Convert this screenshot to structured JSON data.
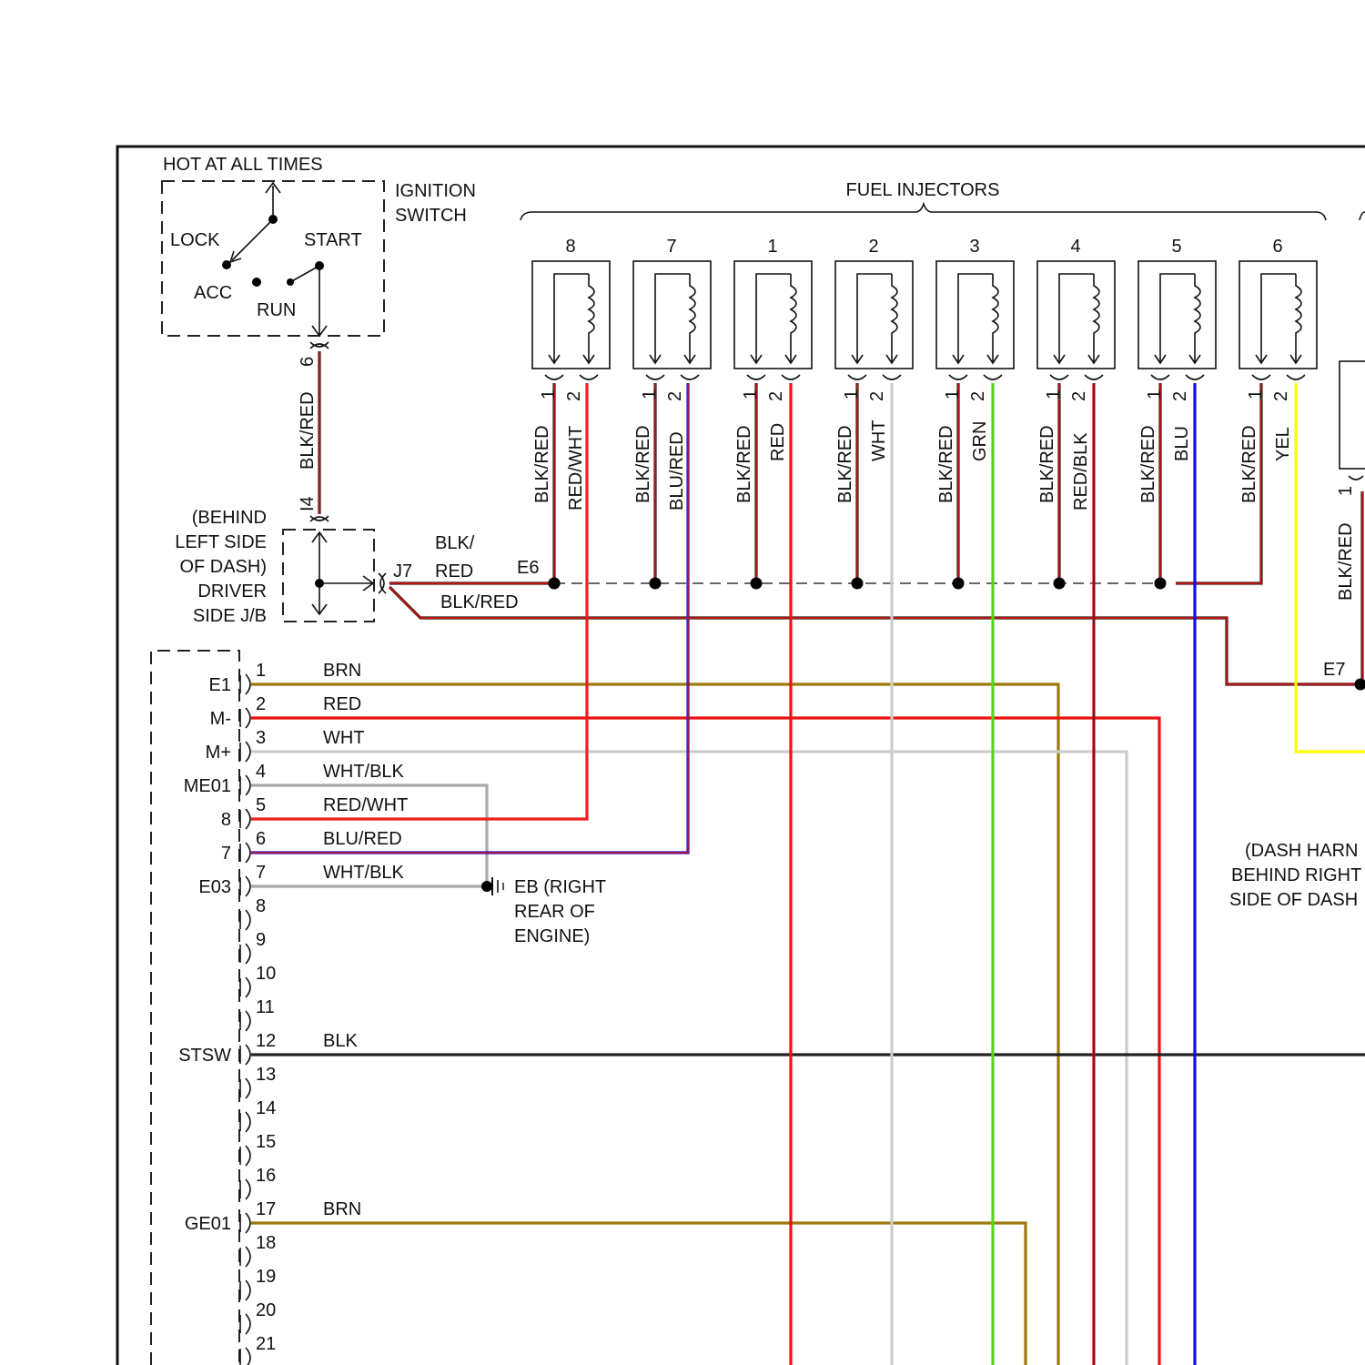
{
  "colors": {
    "BLK/RED": "#3a1a1a",
    "BLK/RED_stripe": "#e01010",
    "RED/WHT": "#e82020",
    "BLU/RED": "#3010d8",
    "RED": "#ee1111",
    "WHT": "#cccccc",
    "GRN": "#55d61a",
    "RED/BLK": "#c81818",
    "BLU": "#1010e0",
    "YEL": "#ffff00",
    "BRN": "#9c7a08",
    "WHT/BLK": "#a8a8a8",
    "BLK": "#222222"
  },
  "ignition": {
    "header": "HOT AT ALL TIMES",
    "title_line1": "IGNITION",
    "title_line2": "SWITCH",
    "lock": "LOCK",
    "start": "START",
    "acc": "ACC",
    "run": "RUN",
    "out_pin": "6",
    "out_wire": "BLK/RED"
  },
  "jb": {
    "in_pin": "I4",
    "label_lines": [
      "(BEHIND",
      "LEFT SIDE",
      "OF DASH)",
      "DRIVER",
      "SIDE J/B"
    ],
    "out_pin": "J7",
    "wire_upper_line1": "BLK/",
    "wire_upper_line2": "RED",
    "wire_lower": "BLK/RED"
  },
  "splices": {
    "e6": "E6",
    "e7": "E7"
  },
  "injectors": {
    "title": "FUEL INJECTORS",
    "items": [
      {
        "num": "8",
        "pin1": "1",
        "pin2": "2",
        "w1": "BLK/RED",
        "w2": "RED/WHT",
        "c2": "RED/WHT"
      },
      {
        "num": "7",
        "pin1": "1",
        "pin2": "2",
        "w1": "BLK/RED",
        "w2": "BLU/RED",
        "c2": "BLU/RED"
      },
      {
        "num": "1",
        "pin1": "1",
        "pin2": "2",
        "w1": "BLK/RED",
        "w2": "RED",
        "c2": "RED"
      },
      {
        "num": "2",
        "pin1": "1",
        "pin2": "2",
        "w1": "BLK/RED",
        "w2": "WHT",
        "c2": "WHT"
      },
      {
        "num": "3",
        "pin1": "1",
        "pin2": "2",
        "w1": "BLK/RED",
        "w2": "GRN",
        "c2": "GRN"
      },
      {
        "num": "4",
        "pin1": "1",
        "pin2": "2",
        "w1": "BLK/RED",
        "w2": "RED/BLK",
        "c2": "RED/BLK"
      },
      {
        "num": "5",
        "pin1": "1",
        "pin2": "2",
        "w1": "BLK/RED",
        "w2": "BLU",
        "c2": "BLU"
      },
      {
        "num": "6",
        "pin1": "1",
        "pin2": "2",
        "w1": "BLK/RED",
        "w2": "YEL",
        "c2": "YEL"
      }
    ]
  },
  "right_component": {
    "pin": "1",
    "wire": "BLK/RED"
  },
  "ecm": {
    "pins": [
      {
        "num": "1",
        "term": "E1",
        "wire": "BRN"
      },
      {
        "num": "2",
        "term": "M-",
        "wire": "RED"
      },
      {
        "num": "3",
        "term": "M+",
        "wire": "WHT"
      },
      {
        "num": "4",
        "term": "ME01",
        "wire": "WHT/BLK"
      },
      {
        "num": "5",
        "term": "8",
        "wire": "RED/WHT"
      },
      {
        "num": "6",
        "term": "7",
        "wire": "BLU/RED"
      },
      {
        "num": "7",
        "term": "E03",
        "wire": "WHT/BLK"
      },
      {
        "num": "8",
        "term": "",
        "wire": ""
      },
      {
        "num": "9",
        "term": "",
        "wire": ""
      },
      {
        "num": "10",
        "term": "",
        "wire": ""
      },
      {
        "num": "11",
        "term": "",
        "wire": ""
      },
      {
        "num": "12",
        "term": "STSW",
        "wire": "BLK"
      },
      {
        "num": "13",
        "term": "",
        "wire": ""
      },
      {
        "num": "14",
        "term": "",
        "wire": ""
      },
      {
        "num": "15",
        "term": "",
        "wire": ""
      },
      {
        "num": "16",
        "term": "",
        "wire": ""
      },
      {
        "num": "17",
        "term": "GE01",
        "wire": "BRN"
      },
      {
        "num": "18",
        "term": "",
        "wire": ""
      },
      {
        "num": "19",
        "term": "",
        "wire": ""
      },
      {
        "num": "20",
        "term": "",
        "wire": ""
      },
      {
        "num": "21",
        "term": "",
        "wire": ""
      }
    ]
  },
  "ground": {
    "lines": [
      "EB (RIGHT",
      "REAR OF",
      "ENGINE)"
    ]
  },
  "dash_note": {
    "lines": [
      "(DASH HARN",
      "BEHIND RIGHT",
      "SIDE OF DASH"
    ]
  }
}
